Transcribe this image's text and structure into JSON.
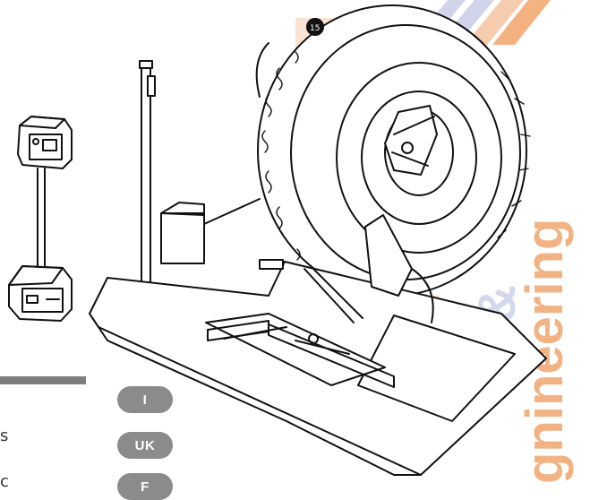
{
  "language_badges": [
    {
      "code": "I"
    },
    {
      "code": "UK"
    },
    {
      "code": "F"
    }
  ],
  "left_column": {
    "text_fragments": [
      "s",
      "c"
    ]
  },
  "watermark": {
    "text": "& Engineering"
  },
  "colors": {
    "badge_gray": "#8b8b8b",
    "rule_gray": "#7e7e7e",
    "watermark_orange": "#f2a46a",
    "watermark_blue": "#c9cde8"
  },
  "illustration": {
    "icon": "truck-tyre-changer-drawing"
  }
}
